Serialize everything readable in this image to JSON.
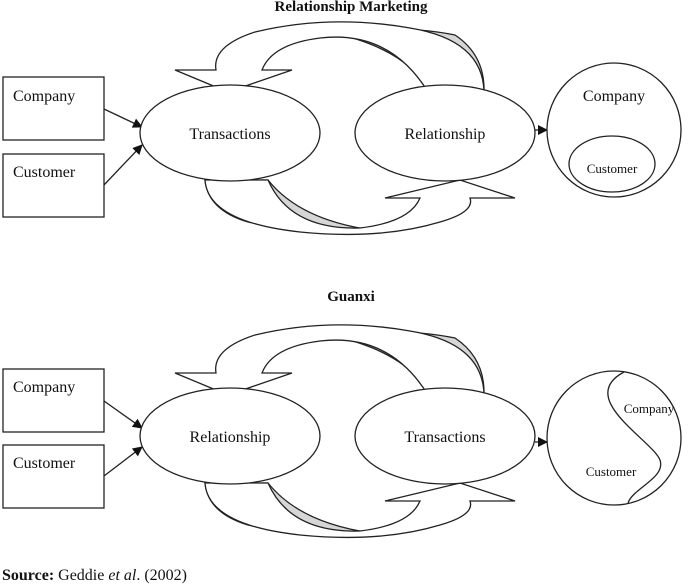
{
  "top": {
    "title": "Relationship Marketing",
    "box1": "Company",
    "box2": "Customer",
    "oval_left": "Transactions",
    "oval_right": "Relationship",
    "circle_outer": "Company",
    "circle_inner": "Customer"
  },
  "bottom": {
    "title": "Guanxi",
    "box1": "Company",
    "box2": "Customer",
    "oval_left": "Relationship",
    "oval_right": "Transactions",
    "circle_top": "Company",
    "circle_bottom": "Customer"
  },
  "source": {
    "label": "Source:",
    "author": "Geddie ",
    "etal": "et al",
    "rest": ". (2002)"
  }
}
